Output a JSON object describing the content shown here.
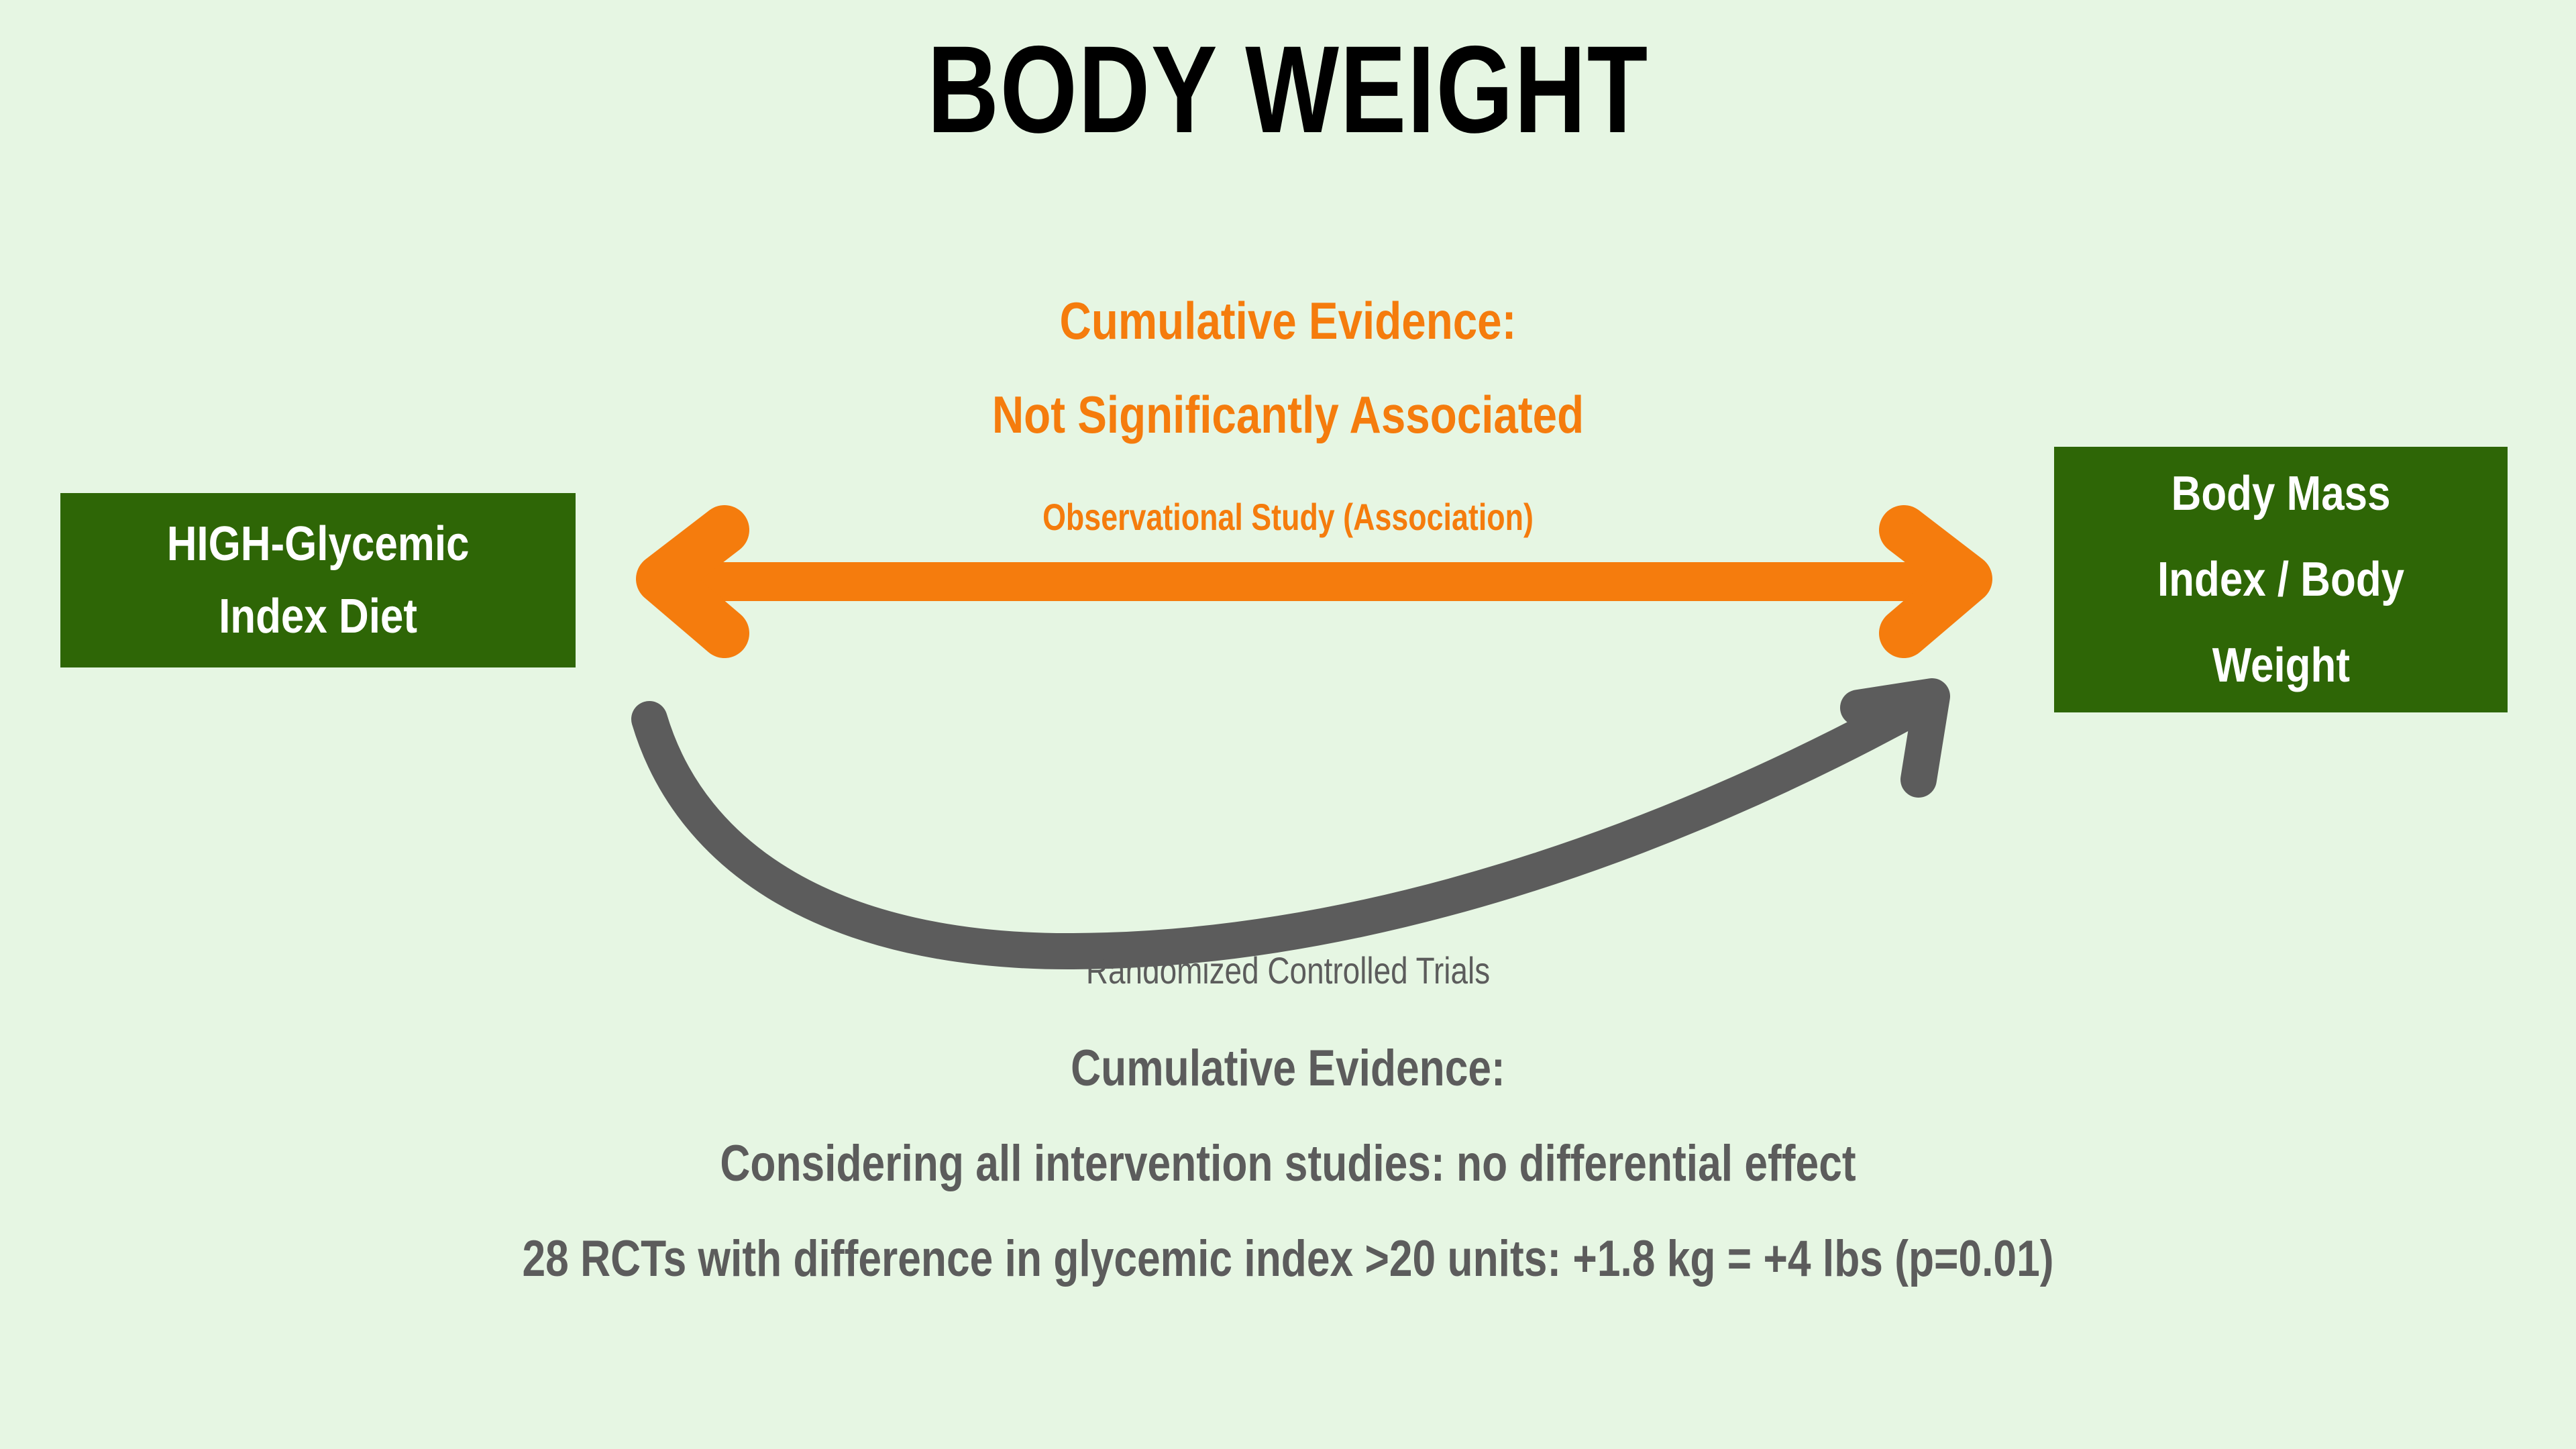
{
  "page": {
    "background_color": "#e6f6e3",
    "title": "BODY WEIGHT"
  },
  "colors": {
    "background": "#e6f6e3",
    "box_green": "#2e6606",
    "orange": "#f57c0d",
    "gray": "#5c5c5c",
    "title_black": "#000000",
    "box_text": "#ffffff"
  },
  "observational": {
    "headline_line1": "Cumulative Evidence:",
    "headline_line2": "Not Significantly Associated",
    "arrow_caption": "Observational Study (Association)",
    "arrow_color": "#f57c0d",
    "arrow_type": "double-headed",
    "arrow_icon": "double-arrow-icon"
  },
  "nodes": {
    "left": {
      "line1": "HIGH-Glycemic",
      "line2": "Index Diet"
    },
    "right": {
      "line1": "Body Mass",
      "line2": "Index / Body",
      "line3": "Weight"
    }
  },
  "rct": {
    "arrow_caption": "Randomized Controlled Trials",
    "arrow_color": "#5c5c5c",
    "arrow_type": "curved-single-headed",
    "arrow_icon": "curved-arrow-icon",
    "summary_line1": "Cumulative Evidence:",
    "summary_line2": "Considering all intervention studies: no differential effect",
    "summary_line3": "28 RCTs with difference in glycemic index >20 units: +1.8 kg = +4 lbs (p=0.01)"
  },
  "chart_data": {
    "type": "diagram",
    "title": "BODY WEIGHT",
    "nodes": [
      {
        "id": "exposure",
        "label": "HIGH-Glycemic Index Diet"
      },
      {
        "id": "outcome",
        "label": "Body Mass Index / Body Weight"
      }
    ],
    "edges": [
      {
        "id": "observational",
        "from": "exposure",
        "to": "outcome",
        "style": "double-headed-straight",
        "color": "#f57c0d",
        "label": "Observational Study (Association)",
        "conclusion": "Cumulative Evidence: Not Significantly Associated"
      },
      {
        "id": "rct",
        "from": "exposure",
        "to": "outcome",
        "style": "curved-single-headed",
        "color": "#5c5c5c",
        "label": "Randomized Controlled Trials",
        "conclusion": "Cumulative Evidence: Considering all intervention studies: no differential effect",
        "statistic": "28 RCTs with difference in glycemic index >20 units: +1.8 kg = +4 lbs (p=0.01)",
        "effect_kg": 1.8,
        "effect_lbs": 4,
        "p_value": 0.01,
        "n_rcts": 28,
        "gi_difference_units": 20
      }
    ]
  }
}
